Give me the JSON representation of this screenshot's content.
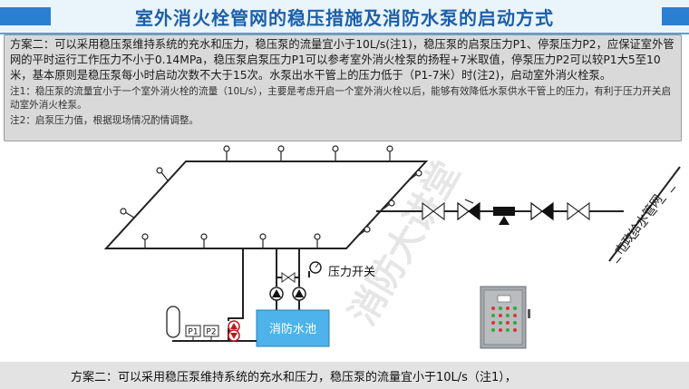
{
  "header": {
    "title": "室外消火栓管网的稳压措施及消防水泵的启动方式"
  },
  "notes": {
    "main": "方案二：可以采用稳压泵维持系统的充水和压力，稳压泵的流量宜小于10L/s(注1)，稳压泵的启泵压力P1、停泵压力P2，应保证室外管网的平时运行工作压力不小于0.14MPa，稳压泵启泵压力P1可以参考室外消火栓泵的扬程+7米取值，停泵压力P2可以较P1大5至10米，基本原则是稳压泵每小时启动次数不大于15次。水泵出水干管上的压力低于（P1-7米）时(注2)，启动室外消火栓泵。",
    "note1": "注1：稳压泵的流量宜小于一个室外消火栓的流量（10L/s），主要是考虑开启一个室外消火栓以后，能够有效降低水泵供水干管上的压力，有利于压力开关启动室外消火栓泵。",
    "note2": "注2：启泵压力值，根据现场情况酌情调整。"
  },
  "diagram": {
    "pressure_switch_label": "压力开关",
    "pool_label": "消防水池",
    "gauge_p1": "P1",
    "gauge_p2": "P2",
    "municipal_label": "市政给水管网",
    "watermark": "消防大讲堂"
  },
  "footer": {
    "text": "方案二：可以采用稳压泵维持系统的充水和压力，稳压泵的流量宜小于10L/s（注1），"
  },
  "colors": {
    "title": "#1d5fa8",
    "accent": "#2a7fd0",
    "pipe": "#222222",
    "pool": "#4db3ea",
    "cabinet": "#9ea3a6"
  }
}
